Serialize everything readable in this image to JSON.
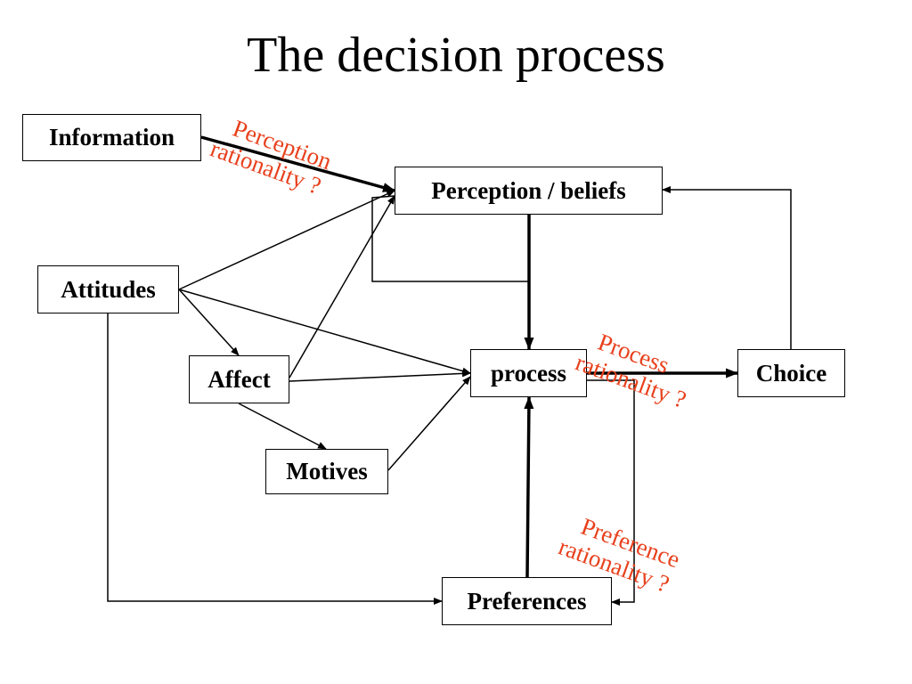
{
  "title": "The decision process",
  "nodes": {
    "information": "Information",
    "perception_beliefs": "Perception / beliefs",
    "attitudes": "Attitudes",
    "affect": "Affect",
    "process": "process",
    "choice": "Choice",
    "motives": "Motives",
    "preferences": "Preferences"
  },
  "annotations": {
    "perception_rationality": [
      "Perception",
      "rationality ?"
    ],
    "process_rationality": [
      "Process",
      "rationality ?"
    ],
    "preference_rationality": [
      "Preference",
      "rationality ?"
    ]
  },
  "colors": {
    "annotation": "#e8401c",
    "lines": "#000000"
  }
}
